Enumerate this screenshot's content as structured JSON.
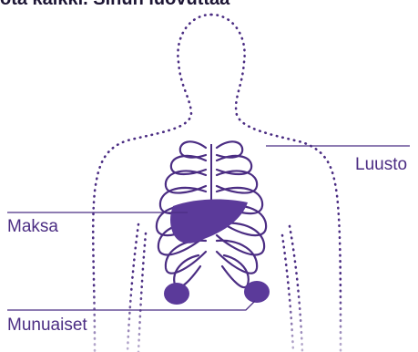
{
  "heading": "ota kaikki. Sinun luovuttaa",
  "labels": {
    "skeleton": "Luusto",
    "liver": "Maksa",
    "kidneys": "Munuaiset"
  },
  "colors": {
    "accent": "#5b3a9a",
    "outline": "#4b2d83",
    "fade": "#b9addd"
  }
}
